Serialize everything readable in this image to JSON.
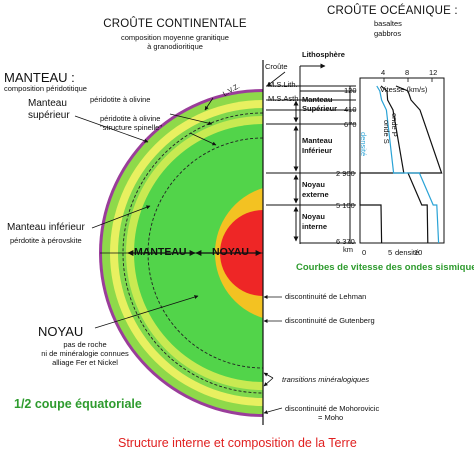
{
  "titles": {
    "continental_crust": "CROÛTE CONTINENTALE",
    "continental_crust_desc_1": "composition moyenne granitique",
    "continental_crust_desc_2": "à granodioritique",
    "oceanic_crust": "CROÛTE OCÉANIQUE :",
    "oceanic_crust_desc_1": "basaltes",
    "oceanic_crust_desc_2": "gabbros",
    "mantle": "MANTEAU :",
    "mantle_desc": "composition péridotitique",
    "upper_mantle_1": "Manteau",
    "upper_mantle_2": "supérieur",
    "peridotite_olivine": "péridotite à olivine",
    "peridotite_olivine_2": "péridotite à olivine",
    "spinel_structure": "\"structure spinelle\"",
    "lower_mantle": "Manteau inférieur",
    "lower_mantle_desc": "pérdotite à pérovskite",
    "core": "NOYAU",
    "core_desc_1": "pas de roche",
    "core_desc_2": "ni de minéralogie connues",
    "core_desc_3": "alliage Fer et Nickel",
    "half_section": "1/2 coupe équatoriale",
    "main_title": "Structure interne et composition de la Terre",
    "section_mantle": "MANTEAU",
    "section_core": "NOYAU",
    "lvz": "L.V.Z."
  },
  "layers": {
    "crust": "Croûte",
    "lithosphere": "Lithosphère",
    "ms_lith": "M.S.Lith.",
    "ms_asth": "M.S.Asth",
    "upper_mantle_1": "Manteau",
    "upper_mantle_2": "Supérieur",
    "lower_mantle_1": "Manteau",
    "lower_mantle_2": "Inférieur",
    "outer_core_1": "Noyau",
    "outer_core_2": "externe",
    "inner_core_1": "Noyau",
    "inner_core_2": "interne"
  },
  "depths": {
    "d120": "120",
    "d410": "410",
    "d670": "670",
    "d2900": "2 900",
    "d5100": "5 100",
    "d6370": "6 370",
    "km": "km"
  },
  "discontinuities": {
    "lehman": "discontinuité de Lehman",
    "gutenberg": "discontinuité de Gutenberg",
    "transitions": "transitions minéralogiques",
    "mohorovicic": "discontinuité de Mohorovicic",
    "moho": "= Moho"
  },
  "chart_data": {
    "type": "line",
    "title": "Courbes de vitesse des ondes sismiques",
    "x_ticks": [
      "4",
      "8",
      "12"
    ],
    "x_ticks_bottom": [
      "0",
      "5",
      "10"
    ],
    "xlabel": "Vitesse (km/s)",
    "xlabel_bottom": "densité",
    "ylabel": "km",
    "series": [
      {
        "name": "onde P",
        "color": "#111111",
        "points": [
          [
            6,
            0
          ],
          [
            8,
            120
          ],
          [
            8.5,
            410
          ],
          [
            10,
            670
          ],
          [
            13.6,
            2900
          ],
          [
            8,
            2900
          ],
          [
            10.3,
            5100
          ],
          [
            11.2,
            5100
          ],
          [
            11.3,
            6370
          ]
        ]
      },
      {
        "name": "onde S",
        "color": "#111111",
        "points": [
          [
            3.5,
            0
          ],
          [
            4.5,
            120
          ],
          [
            4.6,
            410
          ],
          [
            5.5,
            670
          ],
          [
            7.3,
            2900
          ],
          [
            0,
            2900
          ],
          [
            0,
            5100
          ],
          [
            3.5,
            5100
          ],
          [
            3.6,
            6370
          ]
        ]
      },
      {
        "name": "densité",
        "color": "#2aa3d6",
        "points": [
          [
            2.8,
            0
          ],
          [
            3.3,
            120
          ],
          [
            3.6,
            410
          ],
          [
            4.4,
            670
          ],
          [
            5.6,
            2900
          ],
          [
            9.9,
            2900
          ],
          [
            12.2,
            5100
          ],
          [
            12.8,
            5100
          ],
          [
            13.1,
            6370
          ]
        ]
      }
    ]
  },
  "colors": {
    "inner_core": "#ee2626",
    "outer_core": "#f3c222",
    "lower_mantle": "#52d44a",
    "lvz_band": "#e8f060",
    "crust": "#9a3d9a",
    "chart_density": "#2aa3d6",
    "title_red": "#e02020",
    "label_green": "#2e9b2e"
  }
}
